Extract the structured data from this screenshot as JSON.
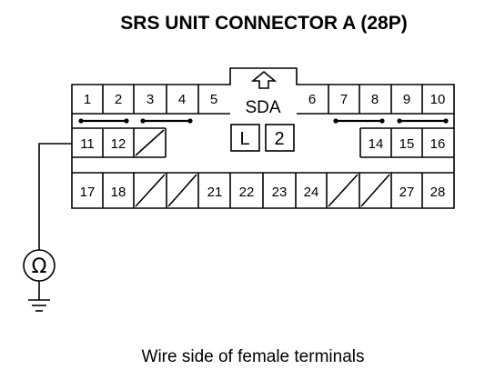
{
  "title": "SRS UNIT CONNECTOR A (28P)",
  "caption": "Wire side of female terminals",
  "connector": {
    "label": "SDA",
    "lock_left": "L",
    "lock_right": "2",
    "row1": [
      "1",
      "2",
      "3",
      "4",
      "5",
      "6",
      "7",
      "8",
      "9",
      "10"
    ],
    "row2": [
      "11",
      "12",
      "14",
      "15",
      "16"
    ],
    "row3": [
      "17",
      "18",
      "21",
      "22",
      "23",
      "24",
      "27",
      "28"
    ]
  },
  "meter": {
    "symbol": "Ω"
  },
  "icons": {
    "lock_tab": "up-arrow-icon",
    "meter": "ohmmeter-icon",
    "ground": "ground-icon"
  }
}
